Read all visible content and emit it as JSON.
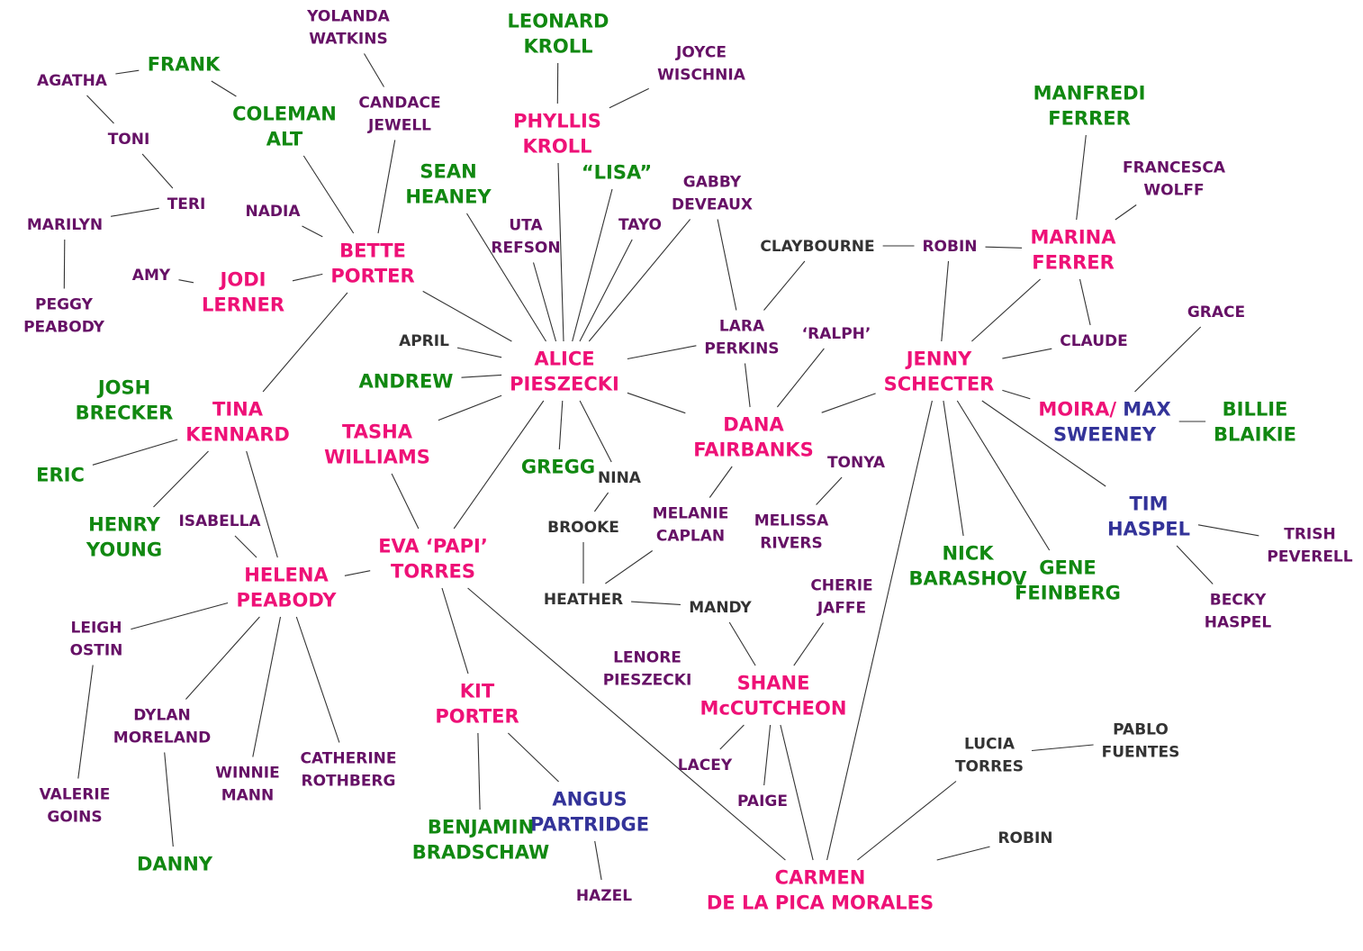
{
  "colors": {
    "main": "#ee1177",
    "green": "#118811",
    "purple": "#661166",
    "gray": "#333333",
    "blue": "#333399"
  },
  "nodes": [
    {
      "id": "yolanda",
      "lines": [
        "YOLANDA",
        "WATKINS"
      ],
      "color": "purple"
    },
    {
      "id": "leonard",
      "lines": [
        "LEONARD",
        "KROLL"
      ],
      "color": "green"
    },
    {
      "id": "joyce",
      "lines": [
        "JOYCE",
        "WISCHNIA"
      ],
      "color": "purple"
    },
    {
      "id": "agatha",
      "lines": [
        "AGATHA"
      ],
      "color": "purple"
    },
    {
      "id": "frank",
      "lines": [
        "FRANK"
      ],
      "color": "green"
    },
    {
      "id": "candace",
      "lines": [
        "CANDACE",
        "JEWELL"
      ],
      "color": "purple"
    },
    {
      "id": "manfredi",
      "lines": [
        "MANFREDI",
        "FERRER"
      ],
      "color": "green"
    },
    {
      "id": "coleman",
      "lines": [
        "COLEMAN",
        "ALT"
      ],
      "color": "green"
    },
    {
      "id": "phyllis",
      "lines": [
        "PHYLLIS",
        "KROLL"
      ],
      "color": "main"
    },
    {
      "id": "toni",
      "lines": [
        "TONI"
      ],
      "color": "purple"
    },
    {
      "id": "francesca",
      "lines": [
        "FRANCESCA",
        "WOLFF"
      ],
      "color": "purple"
    },
    {
      "id": "sean",
      "lines": [
        "SEAN",
        "HEANEY"
      ],
      "color": "green"
    },
    {
      "id": "lisa",
      "lines": [
        "“LISA”"
      ],
      "color": "green"
    },
    {
      "id": "gabby",
      "lines": [
        "GABBY",
        "DEVEAUX"
      ],
      "color": "purple"
    },
    {
      "id": "teri",
      "lines": [
        "TERI"
      ],
      "color": "purple"
    },
    {
      "id": "nadia",
      "lines": [
        "NADIA"
      ],
      "color": "purple"
    },
    {
      "id": "marilyn",
      "lines": [
        "MARILYN"
      ],
      "color": "purple"
    },
    {
      "id": "uta",
      "lines": [
        "UTA",
        "REFSON"
      ],
      "color": "purple"
    },
    {
      "id": "tayo",
      "lines": [
        "TAYO"
      ],
      "color": "purple"
    },
    {
      "id": "bette",
      "lines": [
        "BETTE",
        "PORTER"
      ],
      "color": "main"
    },
    {
      "id": "claybourne",
      "lines": [
        "CLAYBOURNE"
      ],
      "color": "gray"
    },
    {
      "id": "robin1",
      "lines": [
        "ROBIN"
      ],
      "color": "purple"
    },
    {
      "id": "marina",
      "lines": [
        "MARINA",
        "FERRER"
      ],
      "color": "main"
    },
    {
      "id": "amy",
      "lines": [
        "AMY"
      ],
      "color": "purple"
    },
    {
      "id": "jodi",
      "lines": [
        "JODI",
        "LERNER"
      ],
      "color": "main"
    },
    {
      "id": "peggy",
      "lines": [
        "PEGGY",
        "PEABODY"
      ],
      "color": "purple"
    },
    {
      "id": "grace",
      "lines": [
        "GRACE"
      ],
      "color": "purple"
    },
    {
      "id": "lara",
      "lines": [
        "LARA",
        "PERKINS"
      ],
      "color": "purple"
    },
    {
      "id": "ralph",
      "lines": [
        "‘RALPH’"
      ],
      "color": "purple"
    },
    {
      "id": "claude",
      "lines": [
        "CLAUDE"
      ],
      "color": "purple"
    },
    {
      "id": "april",
      "lines": [
        "APRIL"
      ],
      "color": "gray"
    },
    {
      "id": "alice",
      "lines": [
        "ALICE",
        "PIESZECKI"
      ],
      "color": "main"
    },
    {
      "id": "jenny",
      "lines": [
        "JENNY",
        "SCHECTER"
      ],
      "color": "main"
    },
    {
      "id": "andrew",
      "lines": [
        "ANDREW"
      ],
      "color": "green"
    },
    {
      "id": "josh",
      "lines": [
        "JOSH",
        "BRECKER"
      ],
      "color": "green"
    },
    {
      "id": "tina",
      "lines": [
        "TINA",
        "KENNARD"
      ],
      "color": "main"
    },
    {
      "id": "billie",
      "lines": [
        "BILLIE",
        "BLAIKIE"
      ],
      "color": "green"
    },
    {
      "id": "tasha",
      "lines": [
        "TASHA",
        "WILLIAMS"
      ],
      "color": "main"
    },
    {
      "id": "dana",
      "lines": [
        "DANA",
        "FAIRBANKS"
      ],
      "color": "main"
    },
    {
      "id": "tonya",
      "lines": [
        "TONYA"
      ],
      "color": "purple"
    },
    {
      "id": "eric",
      "lines": [
        "ERIC"
      ],
      "color": "green"
    },
    {
      "id": "gregg",
      "lines": [
        "GREGG"
      ],
      "color": "green"
    },
    {
      "id": "nina",
      "lines": [
        "NINA"
      ],
      "color": "gray"
    },
    {
      "id": "tim",
      "lines": [
        "TIM",
        "HASPEL"
      ],
      "color": "blue"
    },
    {
      "id": "melanie",
      "lines": [
        "MELANIE",
        "CAPLAN"
      ],
      "color": "purple"
    },
    {
      "id": "isabella",
      "lines": [
        "ISABELLA"
      ],
      "color": "purple"
    },
    {
      "id": "henry",
      "lines": [
        "HENRY",
        "YOUNG"
      ],
      "color": "green"
    },
    {
      "id": "melissa",
      "lines": [
        "MELISSA",
        "RIVERS"
      ],
      "color": "purple"
    },
    {
      "id": "brooke",
      "lines": [
        "BROOKE"
      ],
      "color": "gray"
    },
    {
      "id": "eva",
      "lines": [
        "EVA ‘PAPI’",
        "TORRES"
      ],
      "color": "main"
    },
    {
      "id": "trish",
      "lines": [
        "TRISH",
        "PEVERELL"
      ],
      "color": "purple"
    },
    {
      "id": "nick",
      "lines": [
        "NICK",
        "BARASHOV"
      ],
      "color": "green"
    },
    {
      "id": "gene",
      "lines": [
        "GENE",
        "FEINBERG"
      ],
      "color": "green"
    },
    {
      "id": "helena",
      "lines": [
        "HELENA",
        "PEABODY"
      ],
      "color": "main"
    },
    {
      "id": "cherie",
      "lines": [
        "CHERIE",
        "JAFFE"
      ],
      "color": "purple"
    },
    {
      "id": "heather",
      "lines": [
        "HEATHER"
      ],
      "color": "gray"
    },
    {
      "id": "mandy",
      "lines": [
        "MANDY"
      ],
      "color": "gray"
    },
    {
      "id": "becky",
      "lines": [
        "BECKY",
        "HASPEL"
      ],
      "color": "purple"
    },
    {
      "id": "leigh",
      "lines": [
        "LEIGH",
        "OSTIN"
      ],
      "color": "purple"
    },
    {
      "id": "lenore",
      "lines": [
        "LENORE",
        "PIESZECKI"
      ],
      "color": "purple"
    },
    {
      "id": "shane",
      "lines": [
        "SHANE",
        "McCUTCHEON"
      ],
      "color": "main"
    },
    {
      "id": "kit",
      "lines": [
        "KIT",
        "PORTER"
      ],
      "color": "main"
    },
    {
      "id": "dylan",
      "lines": [
        "DYLAN",
        "MORELAND"
      ],
      "color": "purple"
    },
    {
      "id": "pablo",
      "lines": [
        "PABLO",
        "FUENTES"
      ],
      "color": "gray"
    },
    {
      "id": "lucia",
      "lines": [
        "LUCIA",
        "TORRES"
      ],
      "color": "gray"
    },
    {
      "id": "catherine",
      "lines": [
        "CATHERINE",
        "ROTHBERG"
      ],
      "color": "purple"
    },
    {
      "id": "lacey",
      "lines": [
        "LACEY"
      ],
      "color": "purple"
    },
    {
      "id": "winnie",
      "lines": [
        "WINNIE",
        "MANN"
      ],
      "color": "purple"
    },
    {
      "id": "valerie",
      "lines": [
        "VALERIE",
        "GOINS"
      ],
      "color": "purple"
    },
    {
      "id": "angus",
      "lines": [
        "ANGUS",
        "PARTRIDGE"
      ],
      "color": "blue"
    },
    {
      "id": "paige",
      "lines": [
        "PAIGE"
      ],
      "color": "purple"
    },
    {
      "id": "benjamin",
      "lines": [
        "BENJAMIN",
        "BRADSCHAW"
      ],
      "color": "green"
    },
    {
      "id": "robin2",
      "lines": [
        "ROBIN"
      ],
      "color": "gray"
    },
    {
      "id": "danny",
      "lines": [
        "DANNY"
      ],
      "color": "green"
    },
    {
      "id": "carmen",
      "lines": [
        "CARMEN",
        "DE LA PICA MORALES"
      ],
      "color": "main"
    },
    {
      "id": "hazel",
      "lines": [
        "HAZEL"
      ],
      "color": "purple"
    }
  ],
  "moira": {
    "part1": "MOIRA/",
    "part2": " MAX",
    "line2": "SWEENEY"
  },
  "edges": [
    [
      "agatha",
      "frank"
    ],
    [
      "frank",
      "coleman"
    ],
    [
      "agatha",
      "toni"
    ],
    [
      "toni",
      "teri"
    ],
    [
      "teri",
      "marilyn"
    ],
    [
      "marilyn",
      "peggy"
    ],
    [
      "yolanda",
      "candace"
    ],
    [
      "candace",
      "bette"
    ],
    [
      "coleman",
      "bette"
    ],
    [
      "nadia",
      "bette"
    ],
    [
      "amy",
      "jodi"
    ],
    [
      "jodi",
      "bette"
    ],
    [
      "bette",
      "alice"
    ],
    [
      "bette",
      "tina"
    ],
    [
      "leonard",
      "phyllis"
    ],
    [
      "joyce",
      "phyllis"
    ],
    [
      "phyllis",
      "alice"
    ],
    [
      "sean",
      "alice"
    ],
    [
      "uta",
      "alice"
    ],
    [
      "lisa",
      "alice"
    ],
    [
      "tayo",
      "alice"
    ],
    [
      "gabby",
      "alice"
    ],
    [
      "gabby",
      "lara"
    ],
    [
      "april",
      "alice"
    ],
    [
      "andrew",
      "alice"
    ],
    [
      "lara",
      "alice"
    ],
    [
      "tasha",
      "alice"
    ],
    [
      "alice",
      "eva"
    ],
    [
      "alice",
      "gregg"
    ],
    [
      "alice",
      "nina"
    ],
    [
      "alice",
      "dana"
    ],
    [
      "lara",
      "dana"
    ],
    [
      "lara",
      "claybourne"
    ],
    [
      "ralph",
      "dana"
    ],
    [
      "claybourne",
      "robin1"
    ],
    [
      "robin1",
      "marina"
    ],
    [
      "robin1",
      "jenny"
    ],
    [
      "manfredi",
      "marina"
    ],
    [
      "francesca",
      "marina"
    ],
    [
      "marina",
      "claude"
    ],
    [
      "marina",
      "jenny"
    ],
    [
      "claude",
      "jenny"
    ],
    [
      "grace",
      "moira"
    ],
    [
      "moira",
      "billie"
    ],
    [
      "jenny",
      "moira"
    ],
    [
      "jenny",
      "dana"
    ],
    [
      "jenny",
      "tim"
    ],
    [
      "jenny",
      "nick"
    ],
    [
      "jenny",
      "gene"
    ],
    [
      "jenny",
      "carmen"
    ],
    [
      "tim",
      "trish"
    ],
    [
      "tim",
      "becky"
    ],
    [
      "dana",
      "tonya"
    ],
    [
      "dana",
      "melanie"
    ],
    [
      "tonya",
      "melissa"
    ],
    [
      "nina",
      "brooke"
    ],
    [
      "brooke",
      "heather"
    ],
    [
      "melanie",
      "heather"
    ],
    [
      "heather",
      "mandy"
    ],
    [
      "mandy",
      "shane"
    ],
    [
      "cherie",
      "shane"
    ],
    [
      "lenore",
      "shane"
    ],
    [
      "shane",
      "lacey"
    ],
    [
      "shane",
      "paige"
    ],
    [
      "shane",
      "carmen"
    ],
    [
      "lucia",
      "pablo"
    ],
    [
      "lucia",
      "carmen"
    ],
    [
      "robin2",
      "carmen"
    ],
    [
      "josh",
      "tina"
    ],
    [
      "tina",
      "eric"
    ],
    [
      "tina",
      "henry"
    ],
    [
      "tina",
      "helena"
    ],
    [
      "isabella",
      "helena"
    ],
    [
      "helena",
      "eva"
    ],
    [
      "helena",
      "leigh"
    ],
    [
      "helena",
      "dylan"
    ],
    [
      "helena",
      "winnie"
    ],
    [
      "helena",
      "catherine"
    ],
    [
      "leigh",
      "valerie"
    ],
    [
      "dylan",
      "danny"
    ],
    [
      "tasha",
      "eva"
    ],
    [
      "eva",
      "kit"
    ],
    [
      "eva",
      "carmen"
    ],
    [
      "kit",
      "benjamin"
    ],
    [
      "kit",
      "angus"
    ],
    [
      "angus",
      "hazel"
    ]
  ]
}
